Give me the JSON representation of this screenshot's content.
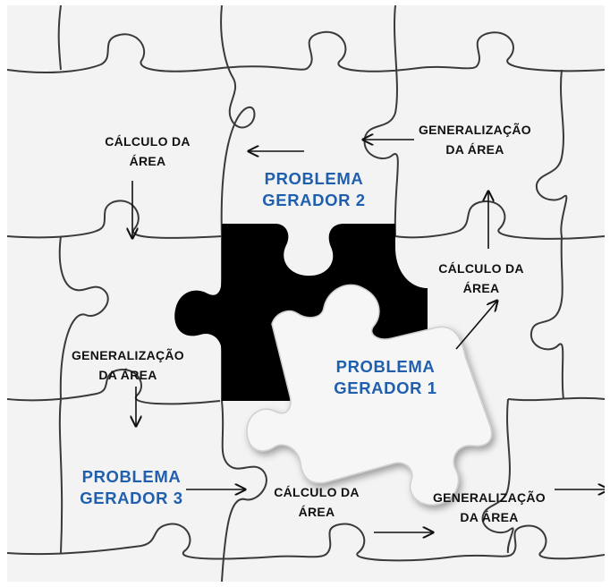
{
  "colors": {
    "accent": "#1f5fae",
    "step_text": "#111111",
    "board": "#f3f3f3",
    "piece_line": "#3a3a3a",
    "hole": "#000000"
  },
  "labels": {
    "calc_top_left": [
      "CÁLCULO DA",
      "ÁREA"
    ],
    "gen_top_right": [
      "GENERALIZAÇÃO",
      "DA  ÁREA"
    ],
    "prob_2": [
      "PROBLEMA",
      "GERADOR 2"
    ],
    "calc_mid_right": [
      "CÁLCULO DA",
      "ÁREA"
    ],
    "gen_mid_left": [
      "GENERALIZAÇÃO",
      "DA  ÁREA"
    ],
    "prob_1": [
      "PROBLEMA",
      "GERADOR 1"
    ],
    "prob_3": [
      "PROBLEMA",
      "GERADOR 3"
    ],
    "calc_bottom": [
      "CÁLCULO DA",
      "ÁREA"
    ],
    "gen_bottom_right": [
      "GENERALIZAÇÃO",
      "DA  ÁREA"
    ]
  },
  "icons": {
    "arrow": "arrow-icon",
    "puzzle_piece": "puzzle-piece-icon"
  }
}
